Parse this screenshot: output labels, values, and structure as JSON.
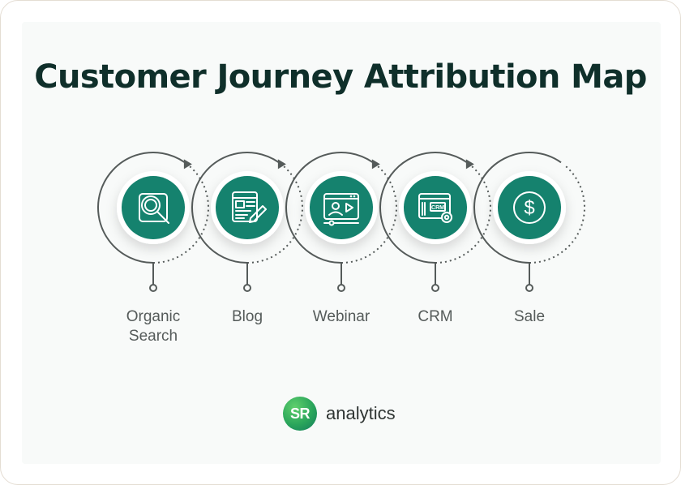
{
  "title": "Customer Journey Attribution Map",
  "colors": {
    "node_fill": "#15826e",
    "ring_stroke": "#555b5a",
    "title_text": "#0f2f2a"
  },
  "steps": [
    {
      "label": "Organic\nSearch",
      "icon": "magnifier-icon"
    },
    {
      "label": "Blog",
      "icon": "blog-edit-icon"
    },
    {
      "label": "Webinar",
      "icon": "webinar-video-icon"
    },
    {
      "label": "CRM",
      "icon": "crm-gear-icon",
      "icon_text": "CRM"
    },
    {
      "label": "Sale",
      "icon": "dollar-coin-icon"
    }
  ],
  "brand": {
    "logo_text": "SR",
    "name": "analytics"
  }
}
